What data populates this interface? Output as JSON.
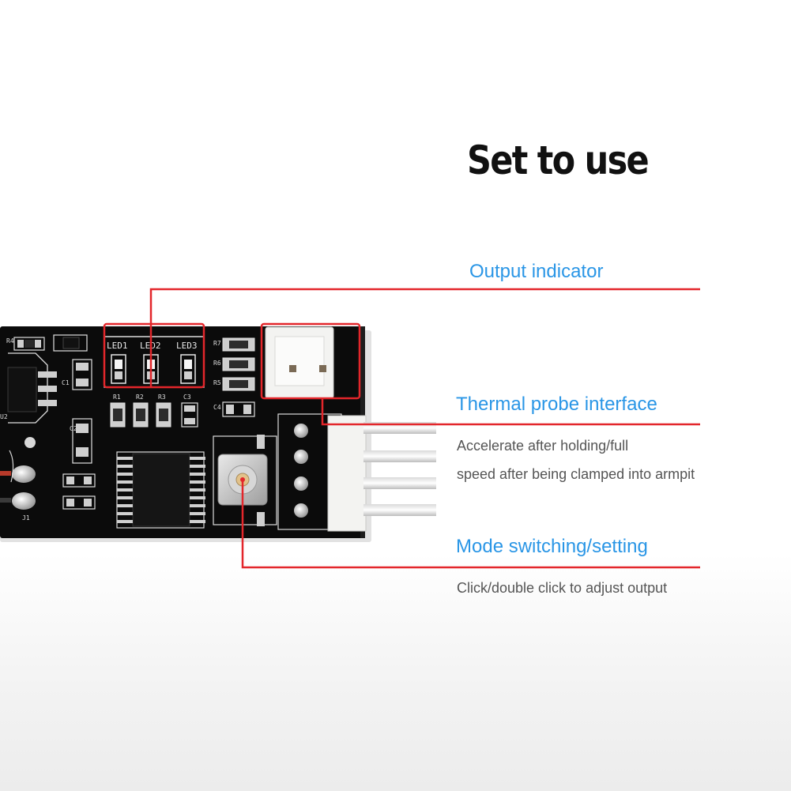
{
  "title": "Set to use",
  "callouts": [
    {
      "label": "Output indicator"
    },
    {
      "label": "Thermal probe interface",
      "description_lines": [
        "Accelerate after holding/full",
        "speed after being clamped into armpit"
      ]
    },
    {
      "label": "Mode switching/setting",
      "description_lines": [
        "Click/double click to adjust output"
      ]
    }
  ],
  "board_silkscreen": {
    "led_labels": [
      "LED1",
      "LED2",
      "LED3"
    ],
    "other_labels": [
      "R4",
      "U2",
      "R1",
      "R2",
      "R3",
      "C3",
      "R7",
      "R6",
      "R5",
      "C4",
      "J1",
      "C1",
      "C2"
    ]
  },
  "colors": {
    "background": "#ffffff",
    "title": "#111111",
    "callout_label": "#2a96e6",
    "callout_line": "#e3262b",
    "description": "#555555",
    "pcb": "#0b0b0b",
    "silkscreen": "#e8e8e8",
    "connector": "#f3f3f1"
  },
  "icons": [
    "push-button-icon",
    "led-icon",
    "fan-connector-icon",
    "probe-connector-icon",
    "chip-icon"
  ]
}
